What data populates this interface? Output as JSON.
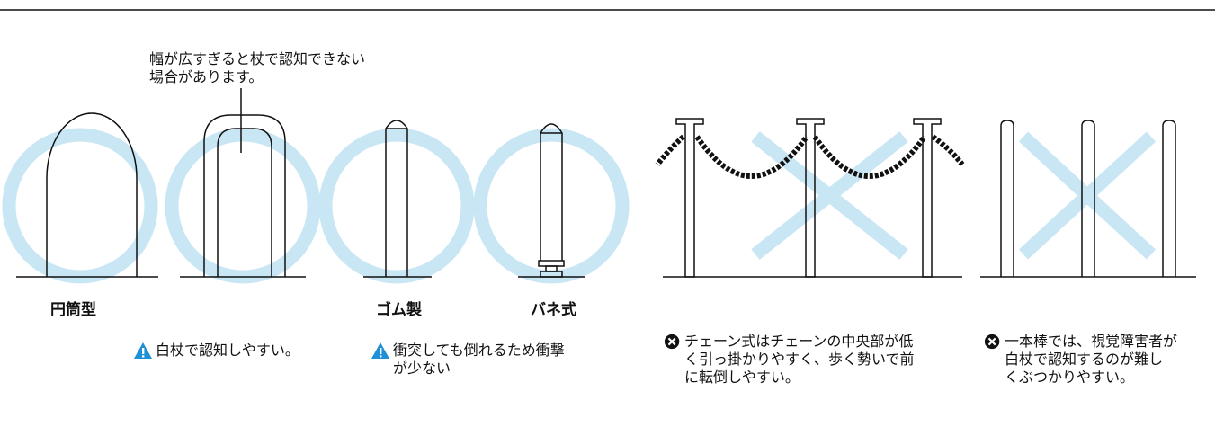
{
  "callout": {
    "line1": "幅が広すぎると杖で認知できない",
    "line2": "場合があります。"
  },
  "labels": {
    "cylinder": "円筒型",
    "rubber": "ゴム製",
    "spring": "バネ式"
  },
  "notes": {
    "white_cane": "白杖で認知しやすい。",
    "rubber_spring": "衝突しても倒れるため衝撃\nが少ない",
    "chain": "チェーン式はチェーンの中央部が低\nく引っ掛かりやすく、歩く勢いで前\nに転倒しやすい。",
    "single": "一本棒では、視覚障害者が\n白杖で認知するのが難し\nくぶつかりやすい。"
  },
  "icons": {
    "good": "warning-triangle-icon",
    "bad": "cross-circle-icon"
  },
  "colors": {
    "mark": "#c9e6f5",
    "warning": "#1f8fd6",
    "line": "#111111"
  }
}
